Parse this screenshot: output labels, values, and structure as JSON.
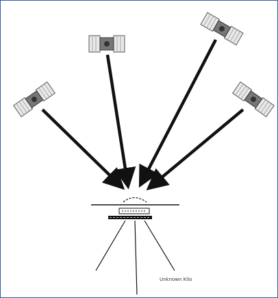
{
  "diagram": {
    "satellites": [
      {
        "name": "satellite-left"
      },
      {
        "name": "satellite-center-left"
      },
      {
        "name": "satellite-center-right"
      },
      {
        "name": "satellite-right"
      }
    ],
    "receiver_caption": "Unknown Kilo",
    "colors": {
      "frame_border": "#2a5fa8",
      "arrow": "#111111",
      "panel_fill": "#e8e8e8",
      "body_fill": "#888888"
    }
  }
}
